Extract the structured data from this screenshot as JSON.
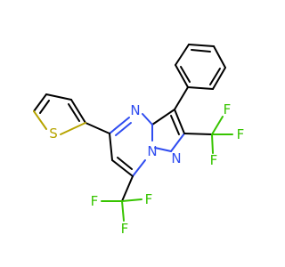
{
  "structure": {
    "atom_labels": {
      "n_ring": "N",
      "n_bridge": "N",
      "n_pyrazole": "N",
      "s_thiophene": "S",
      "f_cf3_top_1": "F",
      "f_cf3_top_2": "F",
      "f_cf3_top_3": "F",
      "f_cf3_bottom_1": "F",
      "f_cf3_bottom_2": "F",
      "f_cf3_bottom_3": "F"
    },
    "colors": {
      "bond": "#000000",
      "nitrogen": "#2f4cf0",
      "sulfur": "#b7a400",
      "fluorine": "#37c400",
      "background": "#ffffff"
    }
  }
}
